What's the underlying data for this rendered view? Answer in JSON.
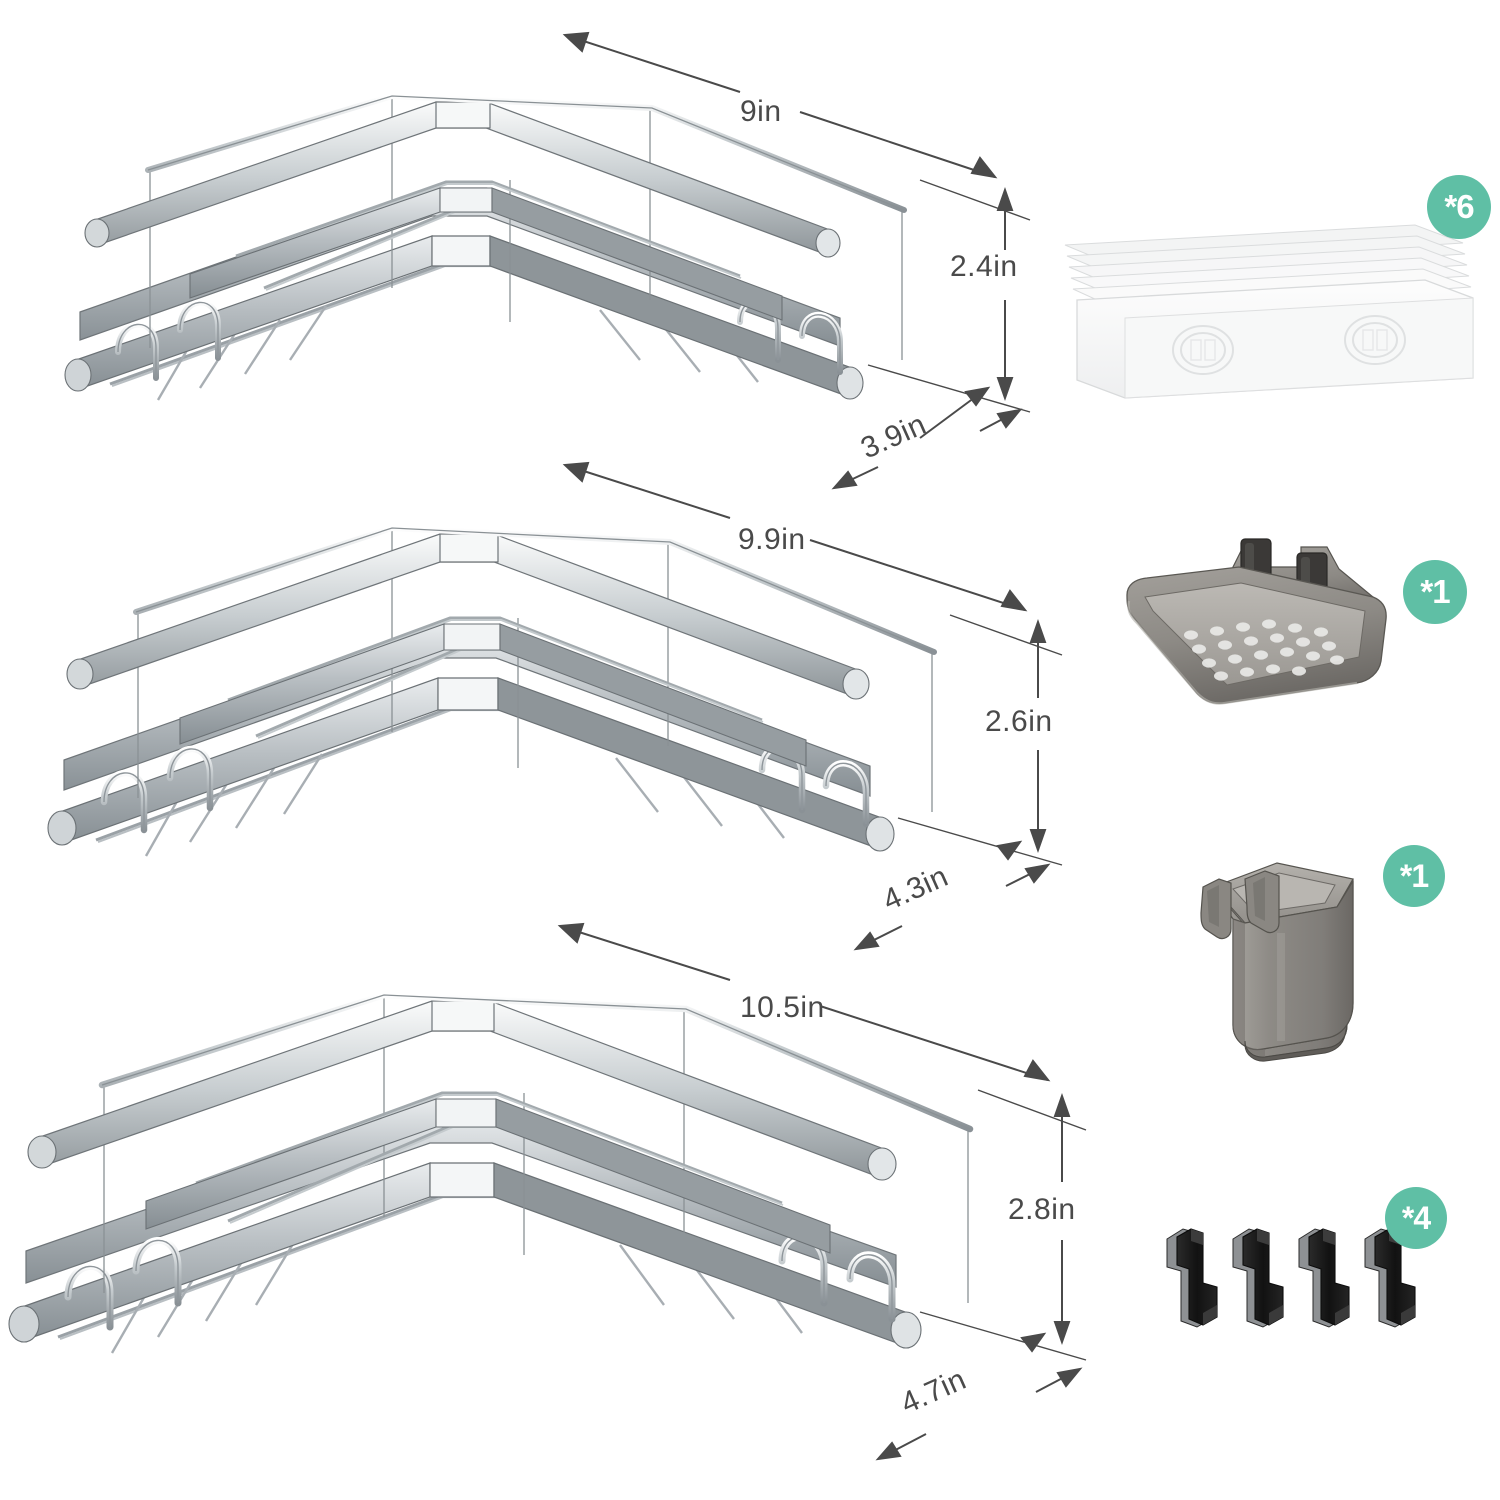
{
  "page": {
    "title": "Corner Shower Shelf Size Chart and Included Accessories",
    "background_color": "#ffffff",
    "metal_color": "#b6bcc0",
    "metal_dark": "#7d8589",
    "metal_light": "#f2f4f5",
    "line_color": "#4a4a4a",
    "badge_color": "#5fbfa5",
    "badge_text_color": "#ffffff",
    "plastic_color": "#8f8b86",
    "hook_color": "#1b1b1b"
  },
  "shelves": [
    {
      "id": "shelf-small",
      "name": "small-corner-shelf",
      "width_label": "9in",
      "depth_label": "3.9in",
      "height_label": "2.4in"
    },
    {
      "id": "shelf-medium",
      "name": "medium-corner-shelf",
      "width_label": "9.9in",
      "depth_label": "4.3in",
      "height_label": "2.6in"
    },
    {
      "id": "shelf-large",
      "name": "large-corner-shelf",
      "width_label": "10.5in",
      "depth_label": "4.7in",
      "height_label": "2.8in"
    }
  ],
  "accessories": [
    {
      "id": "adhesive-pads",
      "name": "adhesive-mounting-pads",
      "quantity_label": "*6",
      "icon": "adhesive-pad-stack-icon"
    },
    {
      "id": "soap-dish",
      "name": "soap-dish-tray",
      "quantity_label": "*1",
      "icon": "soap-dish-icon"
    },
    {
      "id": "utensil-cup",
      "name": "toothbrush-holder-cup",
      "quantity_label": "*1",
      "icon": "cup-holder-icon"
    },
    {
      "id": "hooks",
      "name": "hanging-hooks",
      "quantity_label": "*4",
      "icon": "s-hook-icon"
    }
  ]
}
